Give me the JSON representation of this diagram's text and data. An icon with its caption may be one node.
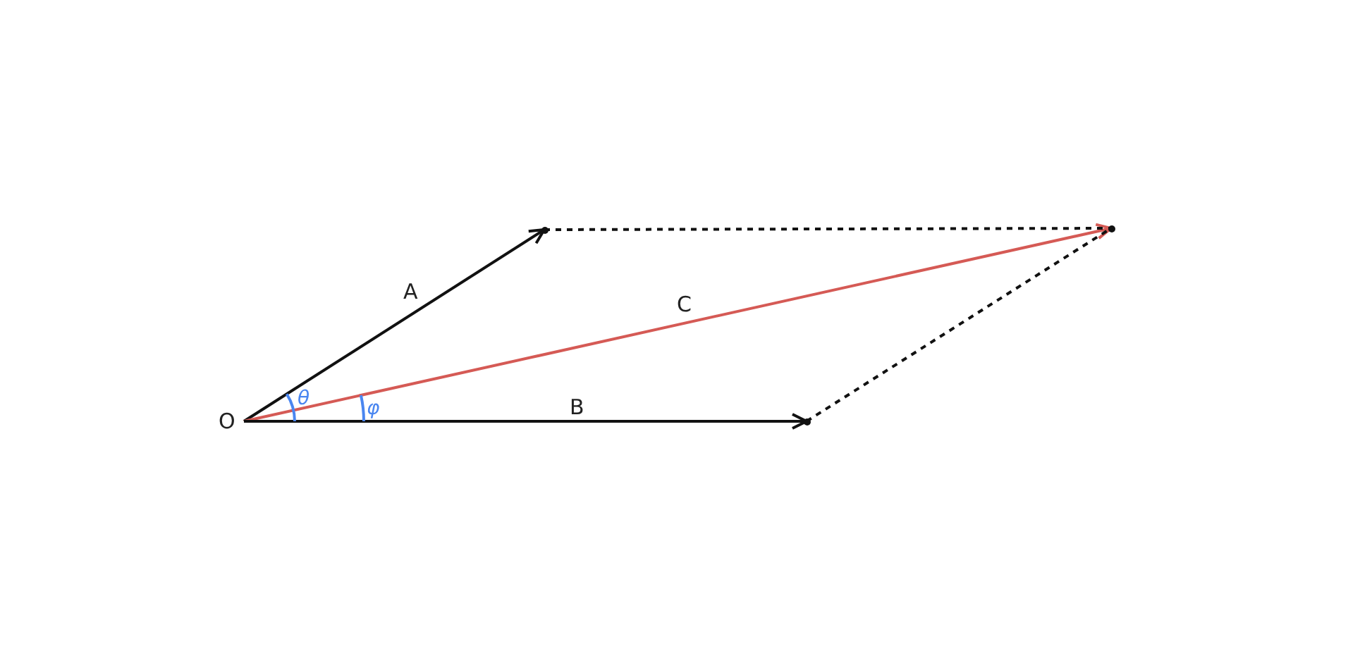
{
  "diagram": {
    "nodes": [
      {
        "text": [
          "O"
        ]
      },
      {
        "text": [],
        "shape": "point"
      },
      {
        "text": [],
        "shape": "point"
      },
      {
        "text": [],
        "shape": "point"
      }
    ],
    "edges": [
      {
        "from": 0,
        "to": 1,
        "arrow": "to",
        "label": "A"
      },
      {
        "from": 0,
        "to": 2,
        "arrow": "to",
        "label": "C",
        "color": "#d55a55"
      },
      {
        "from": 0,
        "to": 3,
        "arrow": "to",
        "label": "B"
      },
      {
        "from": 1,
        "to": 2,
        "arrow": "none",
        "style": "dashed"
      },
      {
        "from": 3,
        "to": 2,
        "arrow": "none",
        "style": "dashed"
      }
    ],
    "labels": [
      "θ",
      "φ"
    ]
  }
}
